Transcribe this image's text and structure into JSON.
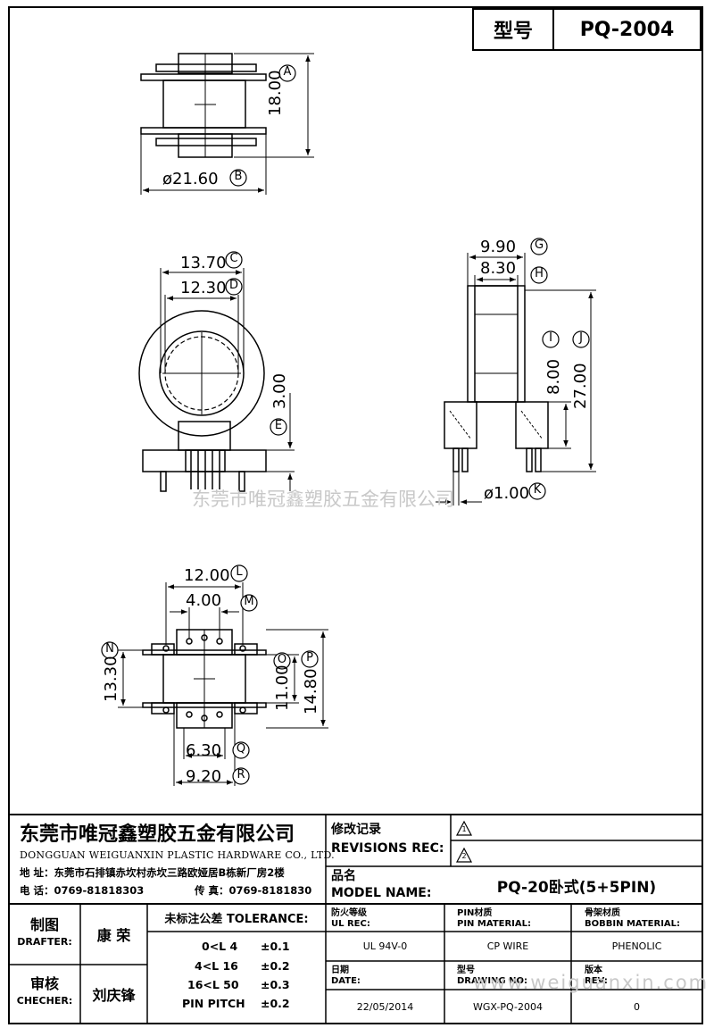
{
  "header": {
    "type_label": "型号",
    "model": "PQ-2004"
  },
  "dimensions": {
    "A": {
      "letter": "A",
      "value": "18.00"
    },
    "B": {
      "letter": "B",
      "value": "ø21.60"
    },
    "C": {
      "letter": "C",
      "value": "13.70"
    },
    "D": {
      "letter": "D",
      "value": "12.30"
    },
    "E": {
      "letter": "E",
      "value": "3.00"
    },
    "G": {
      "letter": "G",
      "value": "9.90"
    },
    "H": {
      "letter": "H",
      "value": "8.30"
    },
    "I": {
      "letter": "I",
      "value": "8.00"
    },
    "J": {
      "letter": "J",
      "value": "27.00"
    },
    "K": {
      "letter": "K",
      "value": "ø1.00"
    },
    "L": {
      "letter": "L",
      "value": "12.00"
    },
    "M": {
      "letter": "M",
      "value": "4.00"
    },
    "N": {
      "letter": "N",
      "value": "13.30"
    },
    "O": {
      "letter": "O",
      "value": "11.00"
    },
    "P": {
      "letter": "P",
      "value": "14.80"
    },
    "Q": {
      "letter": "Q",
      "value": "6.30"
    },
    "R": {
      "letter": "R",
      "value": "9.20"
    }
  },
  "watermark": {
    "company": "东莞市唯冠鑫塑胶五金有限公司",
    "site": "www.weiguanxin.com"
  },
  "company": {
    "name_cn": "东莞市唯冠鑫塑胶五金有限公司",
    "name_en": "DONGGUAN WEIGUANXIN PLASTIC HARDWARE CO., LTD.",
    "address": "地 址：东莞市石排镇赤坎村赤坎三路欧娅居B栋新厂房2楼",
    "phone": "电 话：0769-81818303",
    "fax": "传 真：0769-8181830"
  },
  "revisions": {
    "label_cn": "修改记录",
    "label_en": "REVISIONS REC:",
    "marks": [
      "1",
      "2"
    ]
  },
  "model_name": {
    "label_cn": "品名",
    "label_en": "MODEL NAME:",
    "value": "PQ-20卧式(5+5PIN)"
  },
  "drafter": {
    "label_cn": "制图",
    "label_en": "DRAFTER:",
    "name": "康 荣"
  },
  "checker": {
    "label_cn": "审核",
    "label_en": "CHECHER:",
    "name": "刘庆锋"
  },
  "tolerance": {
    "title": "未标注公差 TOLERANCE:",
    "rows": [
      {
        "range": "0<L   4",
        "value": "±0.1"
      },
      {
        "range": "4<L   16",
        "value": "±0.2"
      },
      {
        "range": "16<L   50",
        "value": "±0.3"
      },
      {
        "range": "PIN PITCH",
        "value": "±0.2"
      }
    ]
  },
  "specs": {
    "ul_label_cn": "防火等级",
    "ul_label_en": "UL REC:",
    "ul_value": "UL 94V-0",
    "pin_label_cn": "PIN材质",
    "pin_label_en": "PIN MATERIAL:",
    "pin_value": "CP WIRE",
    "bobbin_label_cn": "骨架材质",
    "bobbin_label_en": "BOBBIN MATERIAL:",
    "bobbin_value": "PHENOLIC",
    "date_label_cn": "日期",
    "date_label_en": "DATE:",
    "date_value": "22/05/2014",
    "drawing_label_cn": "型号",
    "drawing_label_en": "DRAWING NO:",
    "drawing_value": "WGX-PQ-2004",
    "rev_label_cn": "版本",
    "rev_label_en": "REV:",
    "rev_value": "0"
  }
}
